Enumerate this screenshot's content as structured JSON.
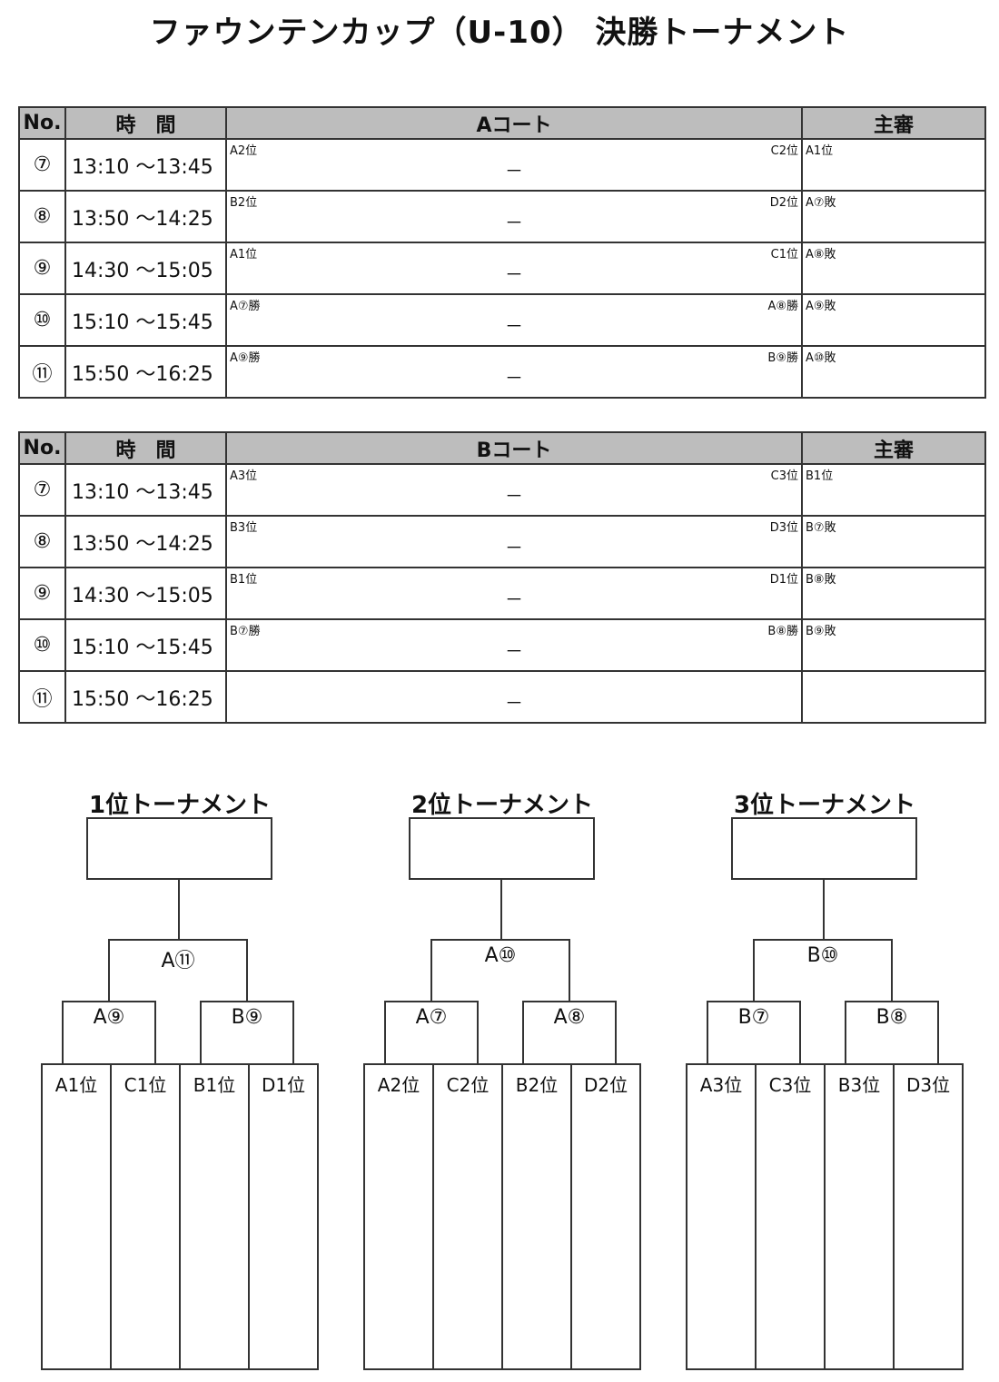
{
  "title": "ファウンテンカップ（U-10） 決勝トーナメント",
  "tables": [
    {
      "header": {
        "no": "No.",
        "time": "時　間",
        "court": "Aコート",
        "ref": "主審"
      },
      "rows": [
        {
          "no": "⑦",
          "time": "13:10 ～13:45",
          "home": "A2位",
          "sep": "－",
          "away": "C2位",
          "ref": "A1位"
        },
        {
          "no": "⑧",
          "time": "13:50 ～14:25",
          "home": "B2位",
          "sep": "－",
          "away": "D2位",
          "ref": "A⑦敗"
        },
        {
          "no": "⑨",
          "time": "14:30 ～15:05",
          "home": "A1位",
          "sep": "－",
          "away": "C1位",
          "ref": "A⑧敗"
        },
        {
          "no": "⑩",
          "time": "15:10 ～15:45",
          "home": "A⑦勝",
          "sep": "－",
          "away": "A⑧勝",
          "ref": "A⑨敗"
        },
        {
          "no": "⑪",
          "time": "15:50 ～16:25",
          "home": "A⑨勝",
          "sep": "－",
          "away": "B⑨勝",
          "ref": "A⑩敗"
        }
      ]
    },
    {
      "header": {
        "no": "No.",
        "time": "時　間",
        "court": "Bコート",
        "ref": "主審"
      },
      "rows": [
        {
          "no": "⑦",
          "time": "13:10 ～13:45",
          "home": "A3位",
          "sep": "－",
          "away": "C3位",
          "ref": "B1位"
        },
        {
          "no": "⑧",
          "time": "13:50 ～14:25",
          "home": "B3位",
          "sep": "－",
          "away": "D3位",
          "ref": "B⑦敗"
        },
        {
          "no": "⑨",
          "time": "14:30 ～15:05",
          "home": "B1位",
          "sep": "－",
          "away": "D1位",
          "ref": "B⑧敗"
        },
        {
          "no": "⑩",
          "time": "15:10 ～15:45",
          "home": "B⑦勝",
          "sep": "－",
          "away": "B⑧勝",
          "ref": "B⑨敗"
        },
        {
          "no": "⑪",
          "time": "15:50 ～16:25",
          "home": "",
          "sep": "－",
          "away": "",
          "ref": ""
        }
      ]
    }
  ],
  "tournaments": [
    {
      "title": "1位トーナメント",
      "final": "A⑪",
      "semi_left": "A⑨",
      "semi_right": "B⑨",
      "teams": [
        "A1位",
        "C1位",
        "B1位",
        "D1位"
      ]
    },
    {
      "title": "2位トーナメント",
      "final": "A⑩",
      "semi_left": "A⑦",
      "semi_right": "A⑧",
      "teams": [
        "A2位",
        "C2位",
        "B2位",
        "D2位"
      ]
    },
    {
      "title": "3位トーナメント",
      "final": "B⑩",
      "semi_left": "B⑦",
      "semi_right": "B⑧",
      "teams": [
        "A3位",
        "C3位",
        "B3位",
        "D3位"
      ]
    }
  ]
}
